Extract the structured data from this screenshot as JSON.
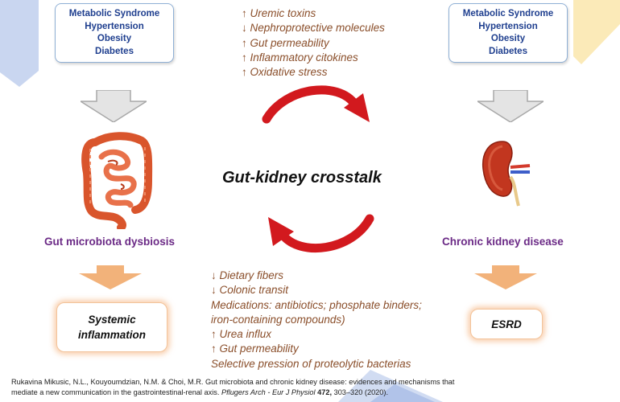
{
  "left_conditions": [
    "Metabolic Syndrome",
    "Hypertension",
    "Obesity",
    "Diabetes"
  ],
  "right_conditions": [
    "Metabolic Syndrome",
    "Hypertension",
    "Obesity",
    "Diabetes"
  ],
  "kidney_to_gut_effects": [
    "↑ Uremic toxins",
    "↓ Nephroprotective molecules",
    "↑ Gut permeability",
    "↑ Inflammatory citokines",
    "↑ Oxidative stress"
  ],
  "title": "Gut-kidney crosstalk",
  "left_label": "Gut microbiota dysbiosis",
  "right_label": "Chronic kidney disease",
  "gut_to_kidney_effects": [
    "↓ Dietary fibers",
    "↓ Colonic transit",
    "Medications: antibiotics; phosphate binders;",
    " iron-containing compounds)",
    "↑ Urea influx",
    "↑ Gut permeability",
    "Selective pression of proteolytic bacterias"
  ],
  "left_outcome": [
    "Systemic",
    "inflammation"
  ],
  "right_outcome": "ESRD",
  "citation": {
    "text": "Rukavina Mikusic, N.L., Kouyoumdzian, N.M. & Choi, M.R. Gut microbiota and chronic kidney disease: evidences and mechanisms that mediate a new communication in the gastrointestinal-renal axis. ",
    "journal": "Pflugers Arch - Eur J Physiol",
    "volume": "472,",
    "pages": "303–320 (2020)."
  },
  "colors": {
    "box_text": "#1f3f8f",
    "effects_text": "#8a4e2a",
    "label_purple": "#6b2a86",
    "arrow_red": "#d2191e",
    "arrow_gray": "#b8b8b8",
    "arrow_orange": "#f2b27a",
    "deco_blue": "#c9d6f0",
    "deco_yellow": "#fbeab8"
  },
  "icons": [
    "intestine-illustration",
    "kidney-illustration"
  ]
}
